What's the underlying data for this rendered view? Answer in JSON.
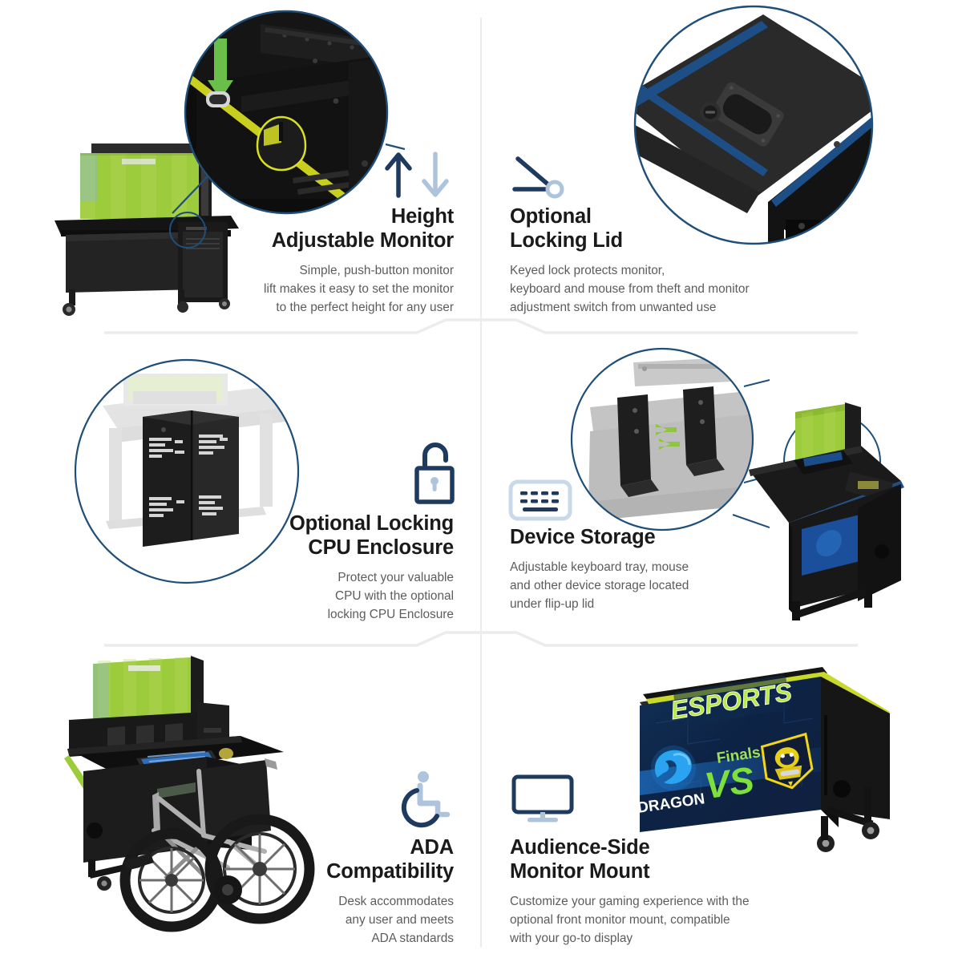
{
  "theme": {
    "navy": "#1f3a5f",
    "light_blue": "#aec4dc",
    "heading_color": "#1a1a1a",
    "body_color": "#5c5c5c",
    "divider_color": "#ececec",
    "accent_green": "#8ec63f",
    "accent_yellow": "#d9e021",
    "callout_blue": "#1f4e79",
    "background": "#ffffff"
  },
  "features": [
    {
      "id": "height-adjustable-monitor",
      "icon": "up-down-arrows-icon",
      "heading_line1": "Height",
      "heading_line2": "Adjustable Monitor",
      "body_line1": "Simple, push-button monitor",
      "body_line2": "lift makes it easy to set the monitor",
      "body_line3": "to the perfect height for any user",
      "photo_name": "esports-desk-with-raised-monitor-photo",
      "callout_name": "monitor-lift-button-closeup-callout"
    },
    {
      "id": "optional-locking-lid",
      "icon": "hinged-lid-icon",
      "heading_line1": "Optional",
      "heading_line2": "Locking Lid",
      "body_line1": "Keyed lock protects monitor,",
      "body_line2": "keyboard and mouse from theft and monitor",
      "body_line3": "adjustment switch from unwanted use",
      "photo_name": "desk-lid-lock-closeup-callout",
      "callout_name": "desk-lid-lock-closeup-callout"
    },
    {
      "id": "optional-locking-cpu-enclosure",
      "icon": "open-padlock-icon",
      "heading_line1": "Optional Locking",
      "heading_line2": "CPU Enclosure",
      "body_line1": "Protect your valuable",
      "body_line2": "CPU with the optional",
      "body_line3": "locking CPU Enclosure",
      "photo_name": "cpu-enclosure-photo",
      "callout_name": "cpu-enclosure-circle-callout"
    },
    {
      "id": "device-storage",
      "icon": "keyboard-icon",
      "heading_line1": "Device Storage",
      "heading_line2": "",
      "body_line1": "Adjustable keyboard tray, mouse",
      "body_line2": "and other device storage located",
      "body_line3": "under flip-up lid",
      "photo_name": "desk-open-lid-device-storage-photo",
      "callout_name": "adjustable-brackets-closeup-callout"
    },
    {
      "id": "ada-compatibility",
      "icon": "wheelchair-icon",
      "heading_line1": "ADA",
      "heading_line2": "Compatibility",
      "body_line1": "Desk accommodates",
      "body_line2": "any user and meets",
      "body_line3": "ADA standards",
      "photo_name": "wheelchair-at-desk-photo",
      "callout_name": ""
    },
    {
      "id": "audience-side-monitor-mount",
      "icon": "monitor-icon",
      "heading_line1": "Audience-Side",
      "heading_line2": "Monitor Mount",
      "body_line1": "Customize your gaming experience with the",
      "body_line2": "optional front monitor mount, compatible",
      "body_line3": "with your go-to display",
      "photo_name": "esports-branded-desk-photo",
      "callout_name": ""
    }
  ],
  "esports_graphic": {
    "logo_text": "ESPORTS",
    "match_label": "Finals",
    "versus_text": "VS",
    "team_left": "DRAGON"
  }
}
